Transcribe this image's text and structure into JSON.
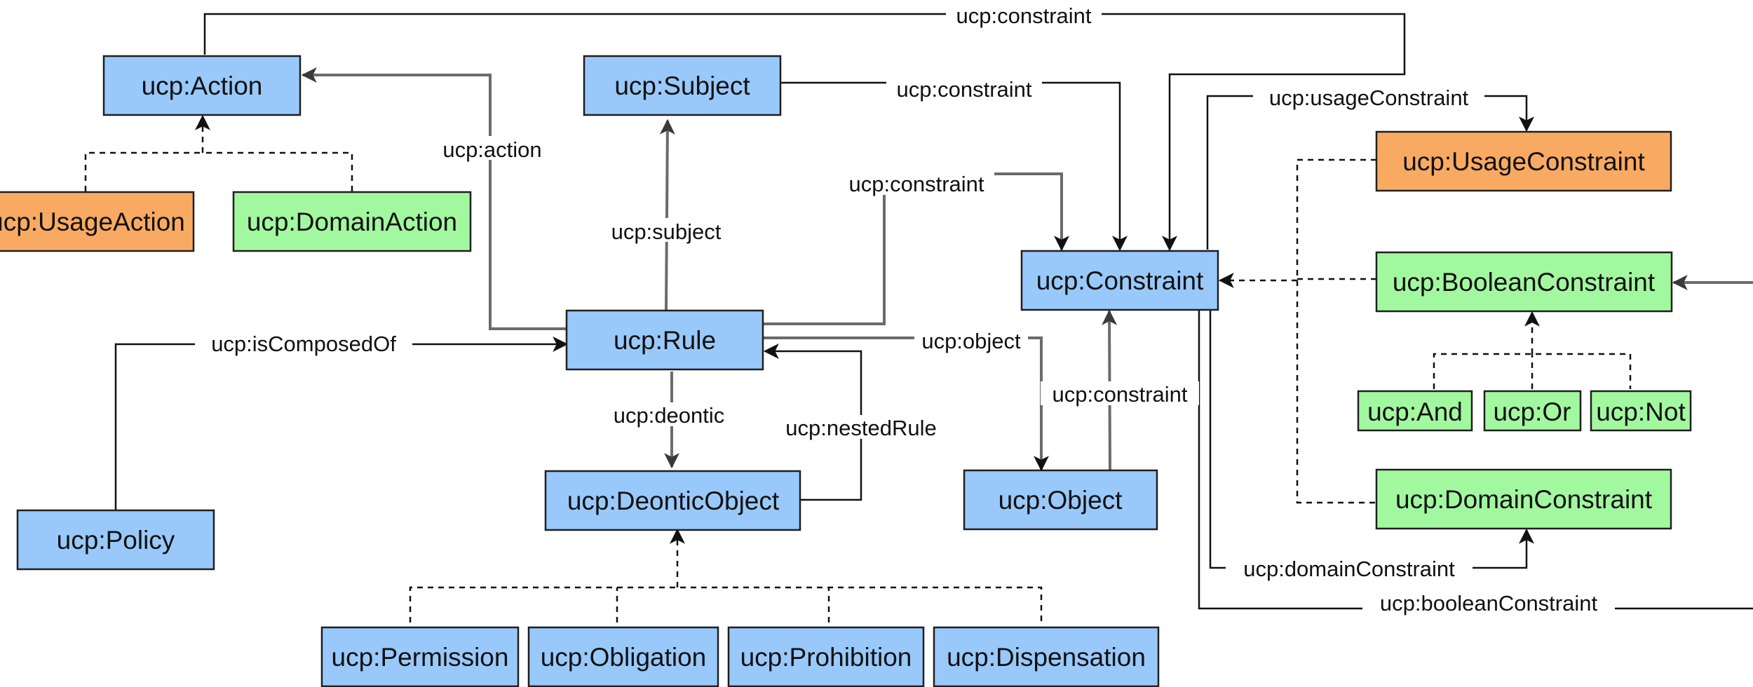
{
  "colors": {
    "blue": "#99c9fb",
    "orange": "#f9aa62",
    "green": "#a2f89f",
    "stroke": "#1f1f1f",
    "edge": "#111111",
    "edge_grey": "#6b6b6b"
  },
  "nodes": {
    "action": {
      "label": "ucp:Action",
      "color": "blue"
    },
    "usage_action": {
      "label": "ucp:UsageAction",
      "color": "orange"
    },
    "domain_action": {
      "label": "ucp:DomainAction",
      "color": "green"
    },
    "subject": {
      "label": "ucp:Subject",
      "color": "blue"
    },
    "rule": {
      "label": "ucp:Rule",
      "color": "blue"
    },
    "policy": {
      "label": "ucp:Policy",
      "color": "blue"
    },
    "deontic_object": {
      "label": "ucp:DeonticObject",
      "color": "blue"
    },
    "permission": {
      "label": "ucp:Permission",
      "color": "blue"
    },
    "obligation": {
      "label": "ucp:Obligation",
      "color": "blue"
    },
    "prohibition": {
      "label": "ucp:Prohibition",
      "color": "blue"
    },
    "dispensation": {
      "label": "ucp:Dispensation",
      "color": "blue"
    },
    "constraint": {
      "label": "ucp:Constraint",
      "color": "blue"
    },
    "object": {
      "label": "ucp:Object",
      "color": "blue"
    },
    "usage_constraint": {
      "label": "ucp:UsageConstraint",
      "color": "orange"
    },
    "boolean_constraint": {
      "label": "ucp:BooleanConstraint",
      "color": "green"
    },
    "and": {
      "label": "ucp:And",
      "color": "green"
    },
    "or": {
      "label": "ucp:Or",
      "color": "green"
    },
    "not": {
      "label": "ucp:Not",
      "color": "green"
    },
    "domain_constraint": {
      "label": "ucp:DomainConstraint",
      "color": "green"
    }
  },
  "edges": {
    "action_constraint": {
      "label": "ucp:constraint"
    },
    "rule_action": {
      "label": "ucp:action"
    },
    "rule_subject": {
      "label": "ucp:subject"
    },
    "subject_constraint": {
      "label": "ucp:constraint"
    },
    "rule_constraint": {
      "label": "ucp:constraint"
    },
    "rule_object": {
      "label": "ucp:object"
    },
    "object_constraint": {
      "label": "ucp:constraint"
    },
    "policy_rule": {
      "label": "ucp:isComposedOf"
    },
    "rule_deontic": {
      "label": "ucp:deontic"
    },
    "deontic_nested_rule": {
      "label": "ucp:nestedRule"
    },
    "constraint_usage": {
      "label": "ucp:usageConstraint"
    },
    "constraint_domain": {
      "label": "ucp:domainConstraint"
    },
    "constraint_boolean": {
      "label": "ucp:booleanConstraint"
    }
  }
}
